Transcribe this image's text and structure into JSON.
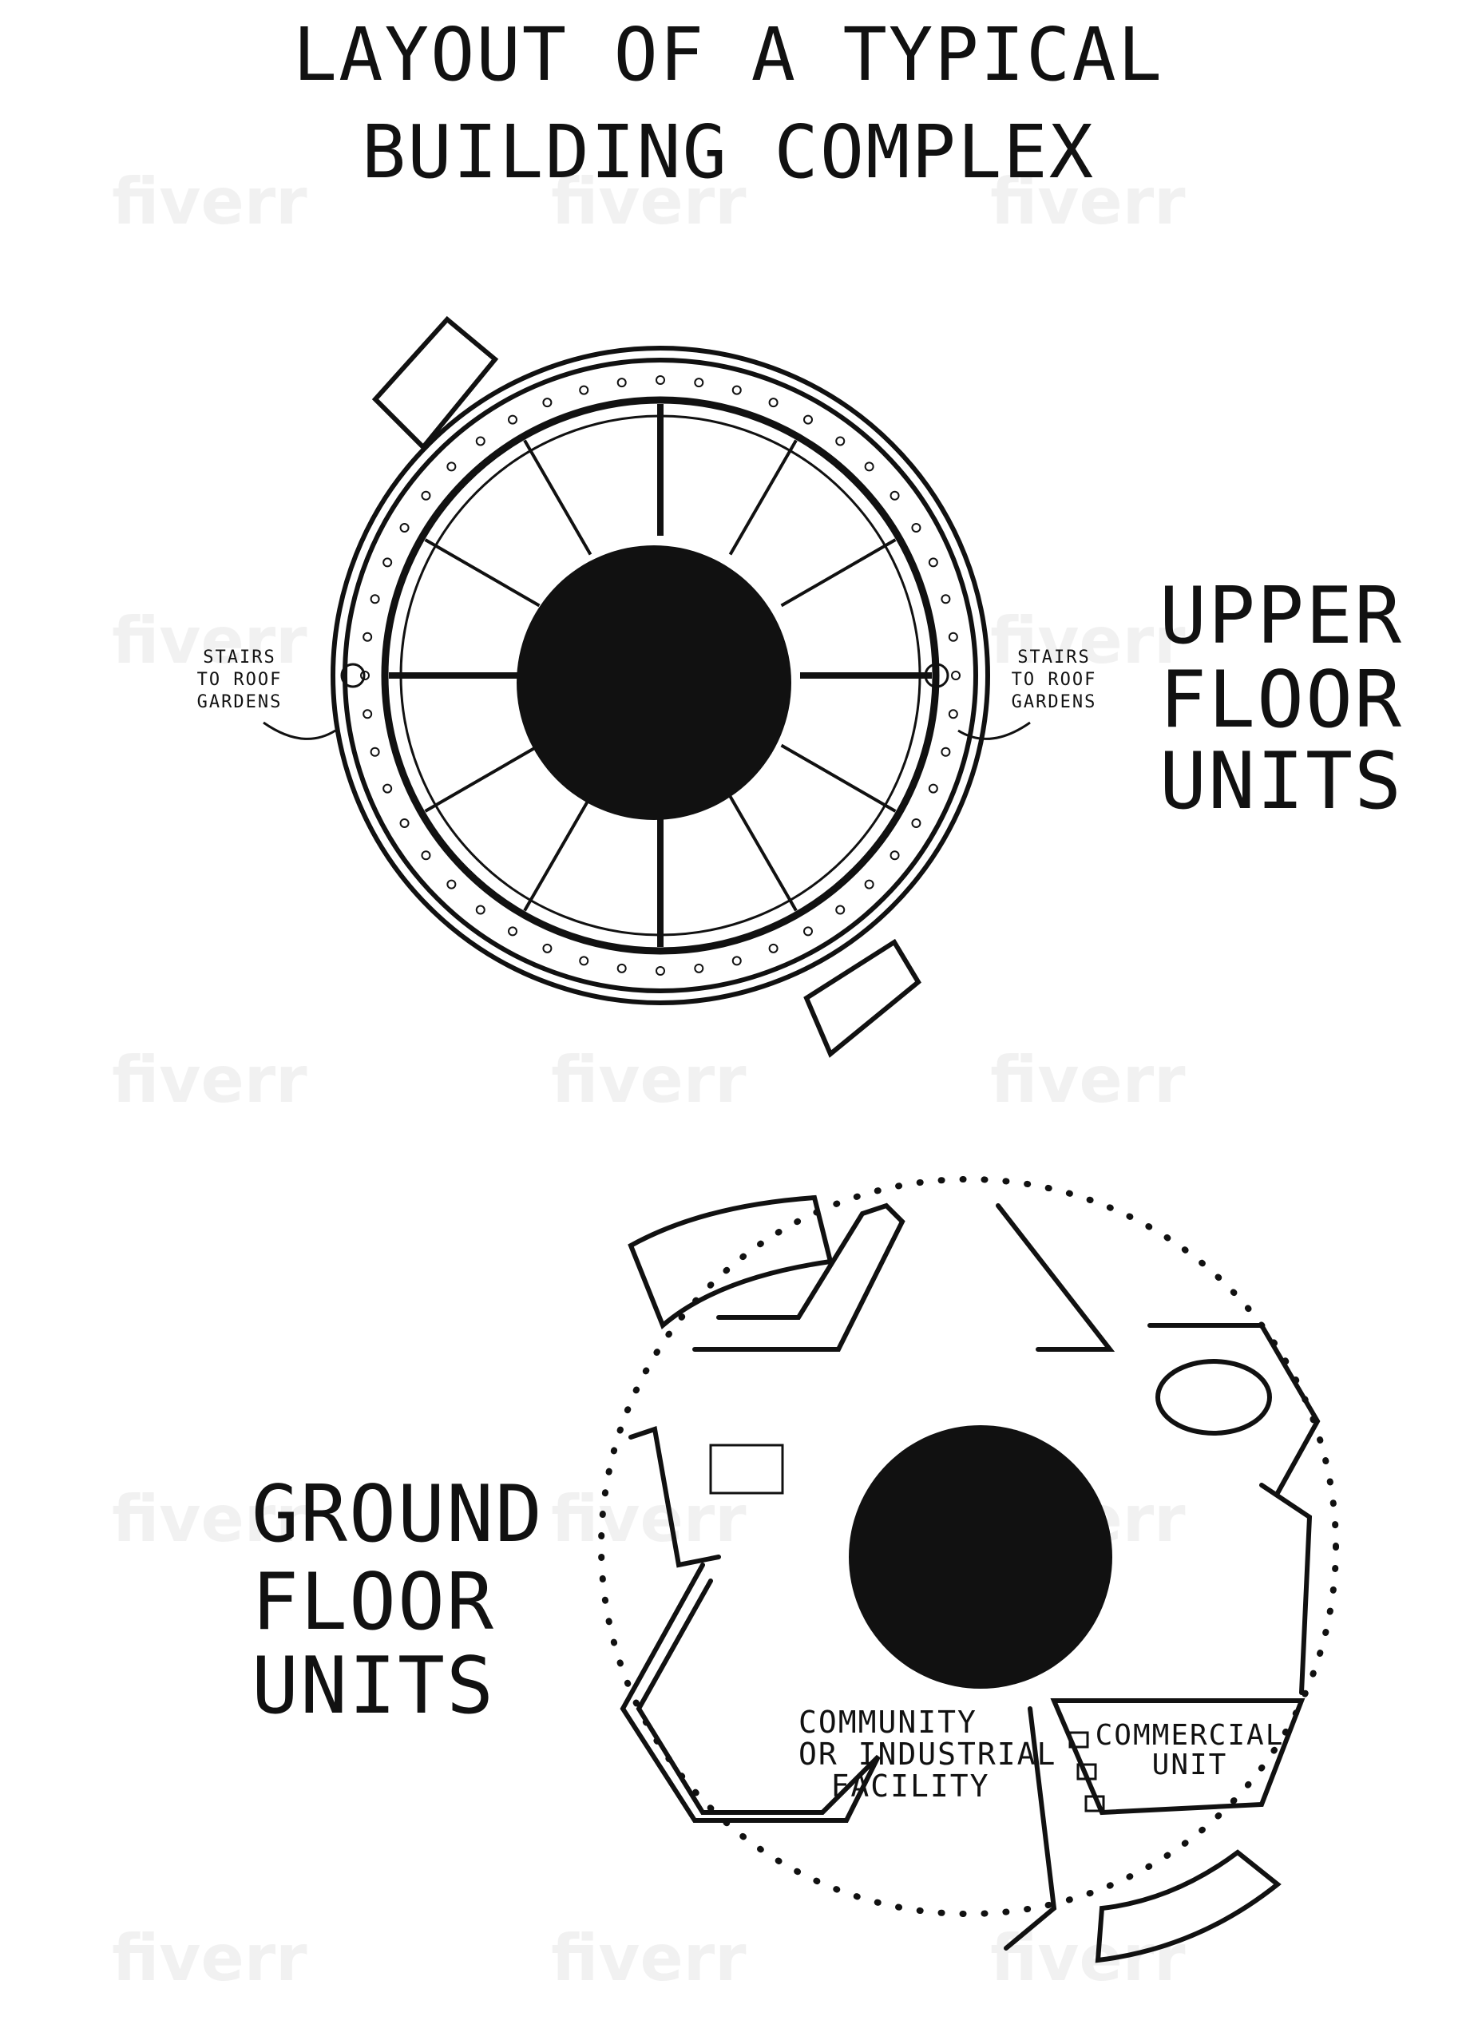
{
  "title": {
    "line1": "LAYOUT OF A TYPICAL",
    "line2": "BUILDING COMPLEX"
  },
  "upper_floor": {
    "label": [
      "UPPER",
      "FLOOR",
      "UNITS"
    ],
    "stairs_left": [
      "STAIRS",
      "TO ROOF",
      "GARDENS"
    ],
    "stairs_right": [
      "STAIRS",
      "TO ROOF",
      "GARDENS"
    ]
  },
  "ground_floor": {
    "label": [
      "GROUND",
      "FLOOR",
      "UNITS"
    ],
    "community": [
      "COMMUNITY",
      "OR INDUSTRIAL",
      "FACILITY"
    ],
    "commercial": [
      "COMMERCIAL",
      "UNIT"
    ]
  },
  "watermark": "fiverr",
  "colors": {
    "ink": "#111111",
    "paper": "#ffffff"
  }
}
